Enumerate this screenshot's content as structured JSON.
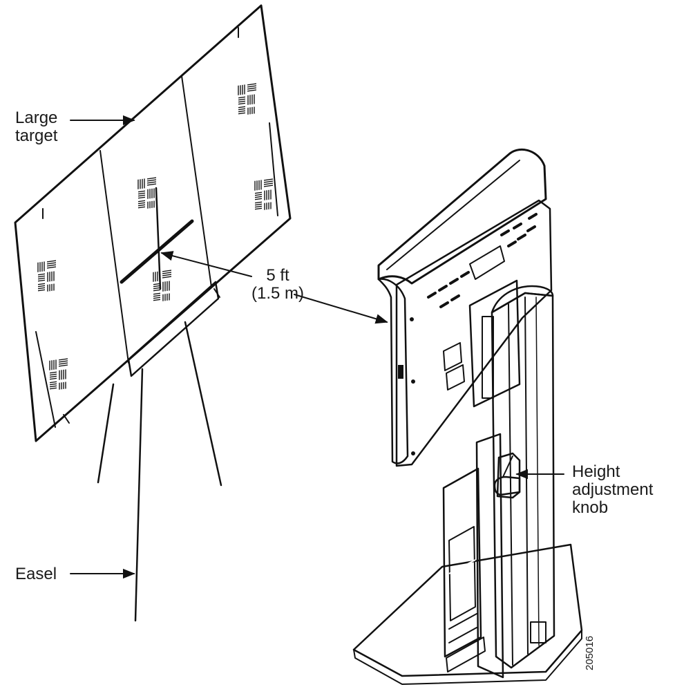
{
  "labels": {
    "target_line1": "Large",
    "target_line2": "target",
    "distance_line1": "5 ft",
    "distance_line2": "(1.5 m)",
    "knob_line1": "Height",
    "knob_line2": "adjustment",
    "knob_line3": "knob",
    "easel": "Easel",
    "figure_number": "205016"
  },
  "colors": {
    "line": "#111111",
    "background": "#ffffff"
  }
}
